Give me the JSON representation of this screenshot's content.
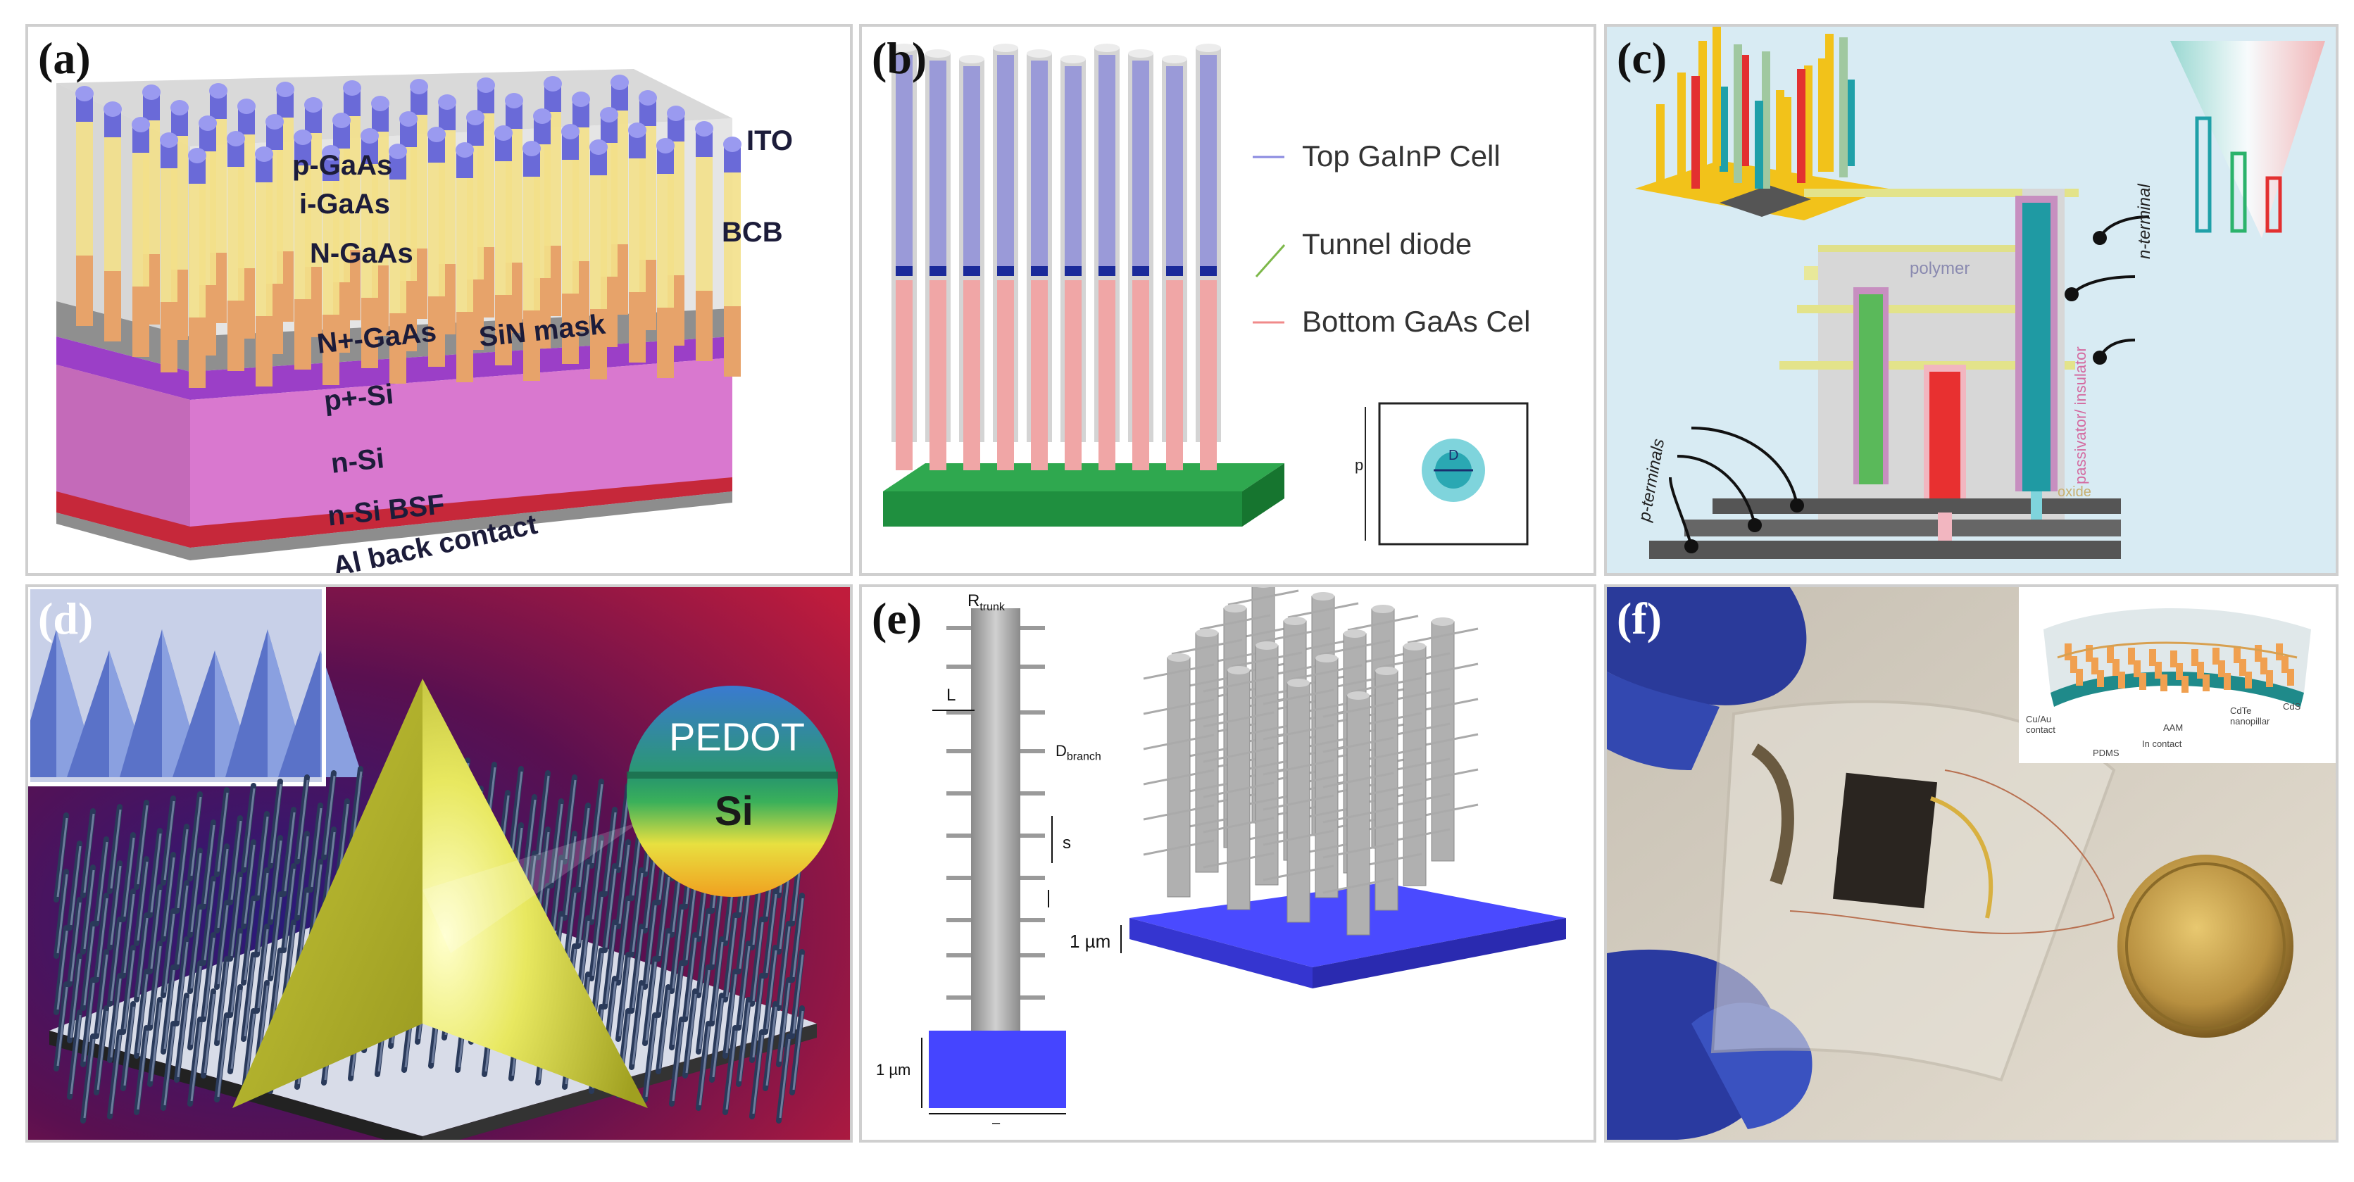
{
  "panels": {
    "a": {
      "label": "(a)",
      "layers": {
        "p_gaas": "p-GaAs",
        "i_gaas": "i-GaAs",
        "n_gaas": "N-GaAs",
        "n_plus_gaas": "N+-GaAs",
        "sin_mask": "SiN mask",
        "p_plus_si": "p+-Si",
        "n_si": "n-Si",
        "n_si_bsf": "n-Si BSF",
        "al_back": "Al back contact",
        "ito": "ITO",
        "bcb": "BCB"
      }
    },
    "b": {
      "label": "(b)",
      "top_cell": "Top GaInP Cell",
      "tunnel": "Tunnel diode",
      "bottom_cell": "Bottom GaAs Cel",
      "inset_p": "p",
      "inset_d": "D"
    },
    "c": {
      "label": "(c)",
      "polymer": "polymer",
      "n_terminal": "n-terminal",
      "p_terminals": "p-terminals",
      "passivator": "passivator/ insulator",
      "oxide": "oxide"
    },
    "d": {
      "label": "(d)",
      "pedot": "PEDOT",
      "si": "Si"
    },
    "e": {
      "label": "(e)",
      "r_trunk": "R",
      "r_trunk_sub": "trunk",
      "l": "L",
      "d_branch": "D",
      "d_branch_sub": "branch",
      "s": "s",
      "um1": "1 µm",
      "um2": "1 µm",
      "bottom_dash": "–"
    },
    "f": {
      "label": "(f)",
      "inset": {
        "cu_au": "Cu/Au contact",
        "aam": "AAM",
        "cdte": "CdTe nanopillar",
        "cds": "CdS",
        "in_contact": "In contact",
        "pdms": "PDMS"
      }
    }
  }
}
